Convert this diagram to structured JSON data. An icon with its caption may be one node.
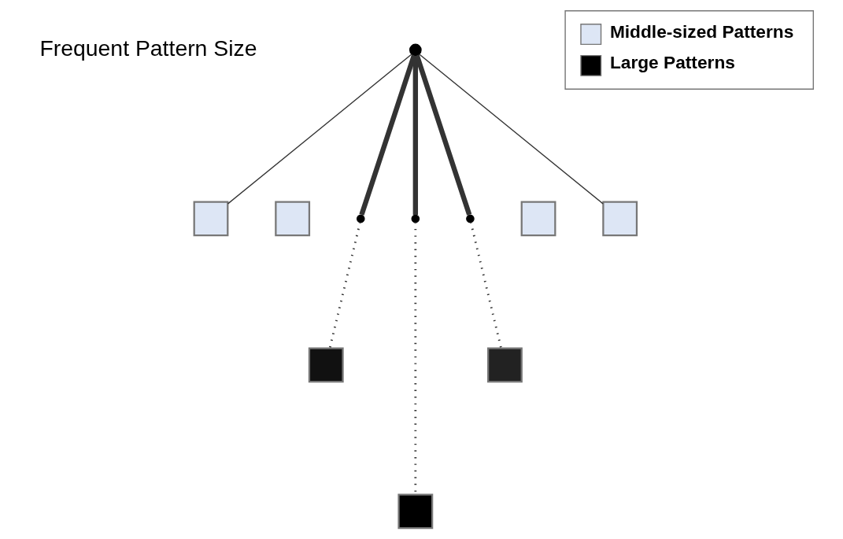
{
  "diagram": {
    "nodes": [
      {
        "text": [],
        "shape": "circle"
      },
      {
        "text": [],
        "shape": "box"
      },
      {
        "text": [],
        "shape": "box"
      },
      {
        "text": [],
        "shape": "circle"
      },
      {
        "text": [],
        "shape": "circle"
      },
      {
        "text": [],
        "shape": "circle"
      },
      {
        "text": [],
        "shape": "box"
      },
      {
        "text": [],
        "shape": "box"
      },
      {
        "text": [],
        "shape": "box"
      },
      {
        "text": [],
        "shape": "box"
      },
      {
        "text": [],
        "shape": "box"
      }
    ],
    "edges": [
      {
        "from": 0,
        "to": 1,
        "arrow": "none"
      },
      {
        "from": 0,
        "to": 3,
        "arrow": "none",
        "style": "thick"
      },
      {
        "from": 0,
        "to": 4,
        "arrow": "none",
        "style": "thick"
      },
      {
        "from": 0,
        "to": 5,
        "arrow": "none",
        "style": "thick"
      },
      {
        "from": 0,
        "to": 7,
        "arrow": "none"
      },
      {
        "from": 3,
        "to": 8,
        "arrow": "none",
        "style": "dashed"
      },
      {
        "from": 4,
        "to": 9,
        "arrow": "none",
        "style": "dashed"
      },
      {
        "from": 5,
        "to": 10,
        "arrow": "none",
        "style": "dashed"
      }
    ],
    "labels": [
      "Frequent Pattern Size"
    ],
    "legend": [
      {
        "text": "Middle-sized Patterns",
        "color": "#dde6f5"
      },
      {
        "text": "Large Patterns",
        "color": "#000000"
      }
    ]
  }
}
